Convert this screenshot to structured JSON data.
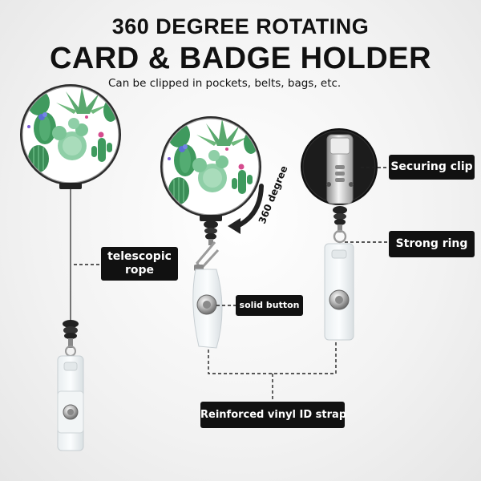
{
  "header": {
    "line1": "360 DEGREE ROTATING",
    "line2": "CARD & BADGE HOLDER",
    "subtitle": "Can be clipped in pockets, belts, bags, etc."
  },
  "callouts": {
    "telescopic_rope": "telescopic rope",
    "solid_button": "solid button",
    "securing_clip": "Securing clip",
    "strong_ring": "Strong ring",
    "vinyl_strap": "Reinforced vinyl ID strap",
    "rotation": "360 degree"
  },
  "colors": {
    "label_bg": "#111111",
    "cactus_green": "#3f9a5e",
    "cactus_light": "#8fcfa7",
    "flower_blue": "#5b6fd6",
    "flower_pink": "#d54b8e"
  }
}
